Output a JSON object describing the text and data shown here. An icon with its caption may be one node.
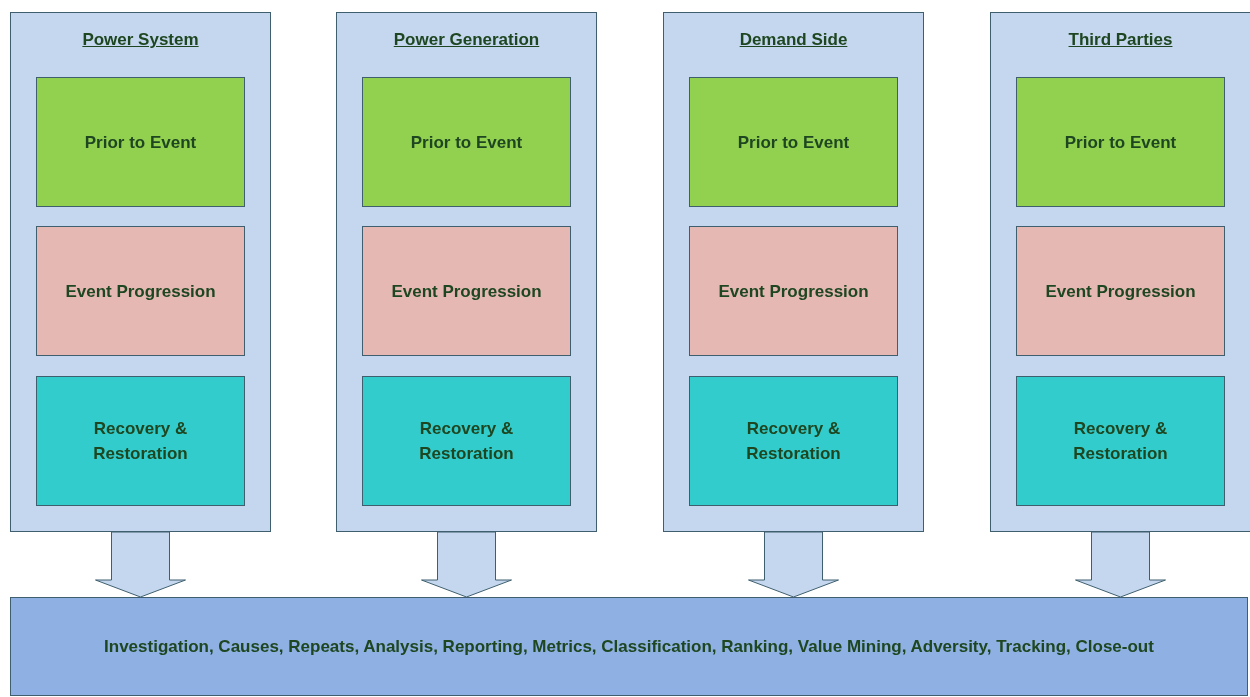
{
  "diagram": {
    "nodes": [
      {
        "text": [
          "Power System"
        ]
      },
      {
        "text": [
          "Prior to Event"
        ],
        "in": 0
      },
      {
        "text": [
          "Event Progression"
        ],
        "in": 0
      },
      {
        "text": [
          "Recovery & Restoration"
        ],
        "in": 0
      },
      {
        "text": [
          "Power Generation"
        ]
      },
      {
        "text": [
          "Prior to Event"
        ],
        "in": 4
      },
      {
        "text": [
          "Event Progression"
        ],
        "in": 4
      },
      {
        "text": [
          "Recovery & Restoration"
        ],
        "in": 4
      },
      {
        "text": [
          "Demand Side"
        ]
      },
      {
        "text": [
          "Prior to Event"
        ],
        "in": 8
      },
      {
        "text": [
          "Event Progression"
        ],
        "in": 8
      },
      {
        "text": [
          "Recovery & Restoration"
        ],
        "in": 8
      },
      {
        "text": [
          "Third Parties"
        ]
      },
      {
        "text": [
          "Prior to Event"
        ],
        "in": 12
      },
      {
        "text": [
          "Event Progression"
        ],
        "in": 12
      },
      {
        "text": [
          "Recovery & Restoration"
        ],
        "in": 12
      },
      {
        "text": [
          "Investigation, Causes, Repeats, Analysis, Reporting, Metrics, Classification, Ranking, Value Mining, Adversity, Tracking, Close-out"
        ]
      }
    ],
    "edges": [
      {
        "from": 0,
        "to": 16,
        "arrow": "to",
        "style": "thick"
      },
      {
        "from": 4,
        "to": 16,
        "arrow": "to",
        "style": "thick"
      },
      {
        "from": 8,
        "to": 16,
        "arrow": "to",
        "style": "thick"
      },
      {
        "from": 12,
        "to": 16,
        "arrow": "to",
        "style": "thick"
      }
    ]
  }
}
